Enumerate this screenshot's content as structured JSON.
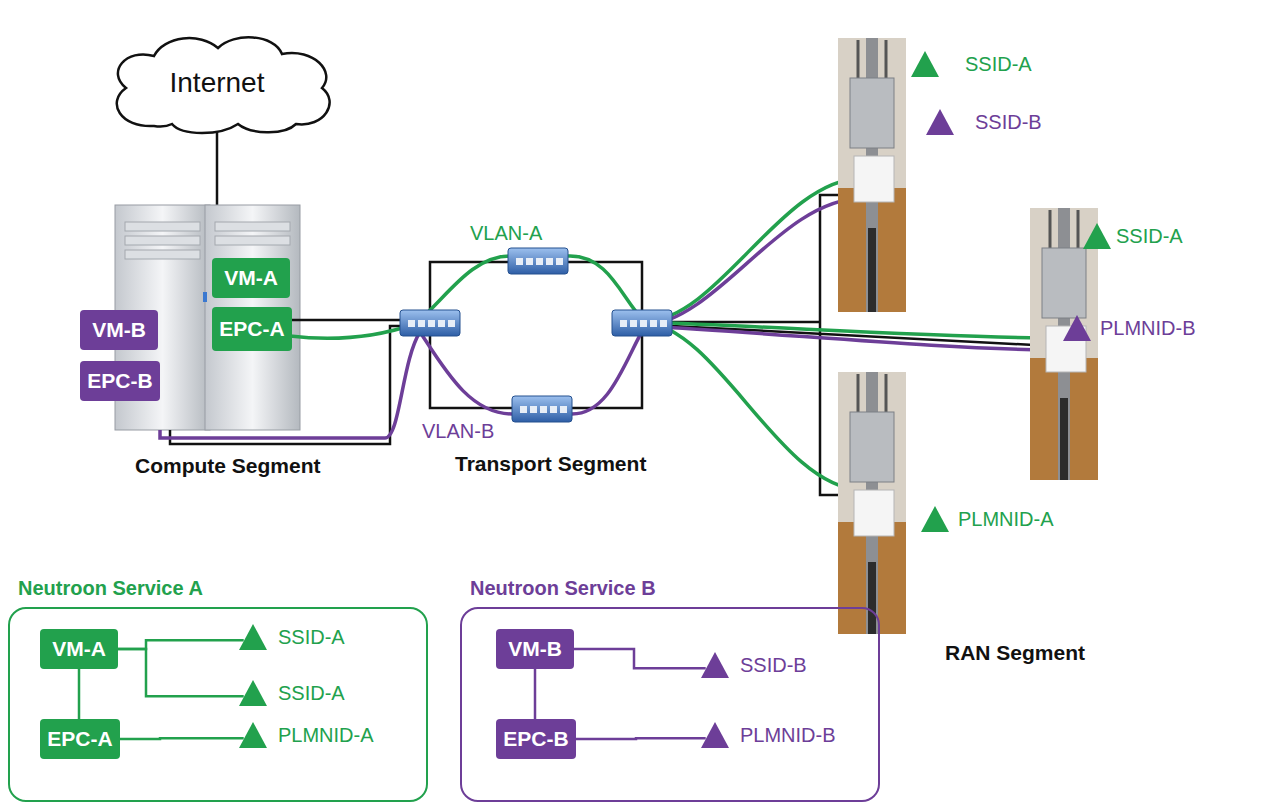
{
  "diagram": {
    "nodes": [
      {
        "text": [
          "Internet"
        ]
      },
      {
        "text": [
          "VM-B"
        ]
      },
      {
        "text": [
          "EPC-B"
        ]
      },
      {
        "text": [
          "VM-A"
        ]
      },
      {
        "text": [
          "EPC-A"
        ]
      },
      {
        "text": [
          "SSID-A"
        ]
      },
      {
        "text": [
          "SSID-B"
        ]
      },
      {
        "text": [
          "SSID-A"
        ]
      },
      {
        "text": [
          "PLMNID-B"
        ]
      },
      {
        "text": [
          "PLMNID-A"
        ]
      },
      {
        "text": [
          "Neutroon Service A"
        ]
      },
      {
        "text": [
          "VM-A"
        ],
        "in": 10
      },
      {
        "text": [
          "EPC-A"
        ],
        "in": 10
      },
      {
        "text": [
          "SSID-A"
        ],
        "in": 10
      },
      {
        "text": [
          "SSID-A"
        ],
        "in": 10
      },
      {
        "text": [
          "PLMNID-A"
        ],
        "in": 10
      },
      {
        "text": [
          "Neutroon Service B"
        ]
      },
      {
        "text": [
          "VM-B"
        ],
        "in": 16
      },
      {
        "text": [
          "EPC-B"
        ],
        "in": 16
      },
      {
        "text": [
          "SSID-B"
        ],
        "in": 16
      },
      {
        "text": [
          "PLMNID-B"
        ],
        "in": 16
      }
    ],
    "edges": [
      {
        "from": 11,
        "to": 13,
        "arrow": "none"
      },
      {
        "from": 11,
        "to": 14,
        "arrow": "none"
      },
      {
        "from": 11,
        "to": 12,
        "arrow": "none"
      },
      {
        "from": 12,
        "to": 15,
        "arrow": "none"
      },
      {
        "from": 17,
        "to": 19,
        "arrow": "none"
      },
      {
        "from": 17,
        "to": 18,
        "arrow": "none"
      },
      {
        "from": 18,
        "to": 20,
        "arrow": "none"
      }
    ],
    "labels": [
      "VLAN-A",
      "Compute Segment",
      "VLAN-B",
      "Transport Segment",
      "RAN Segment"
    ]
  }
}
